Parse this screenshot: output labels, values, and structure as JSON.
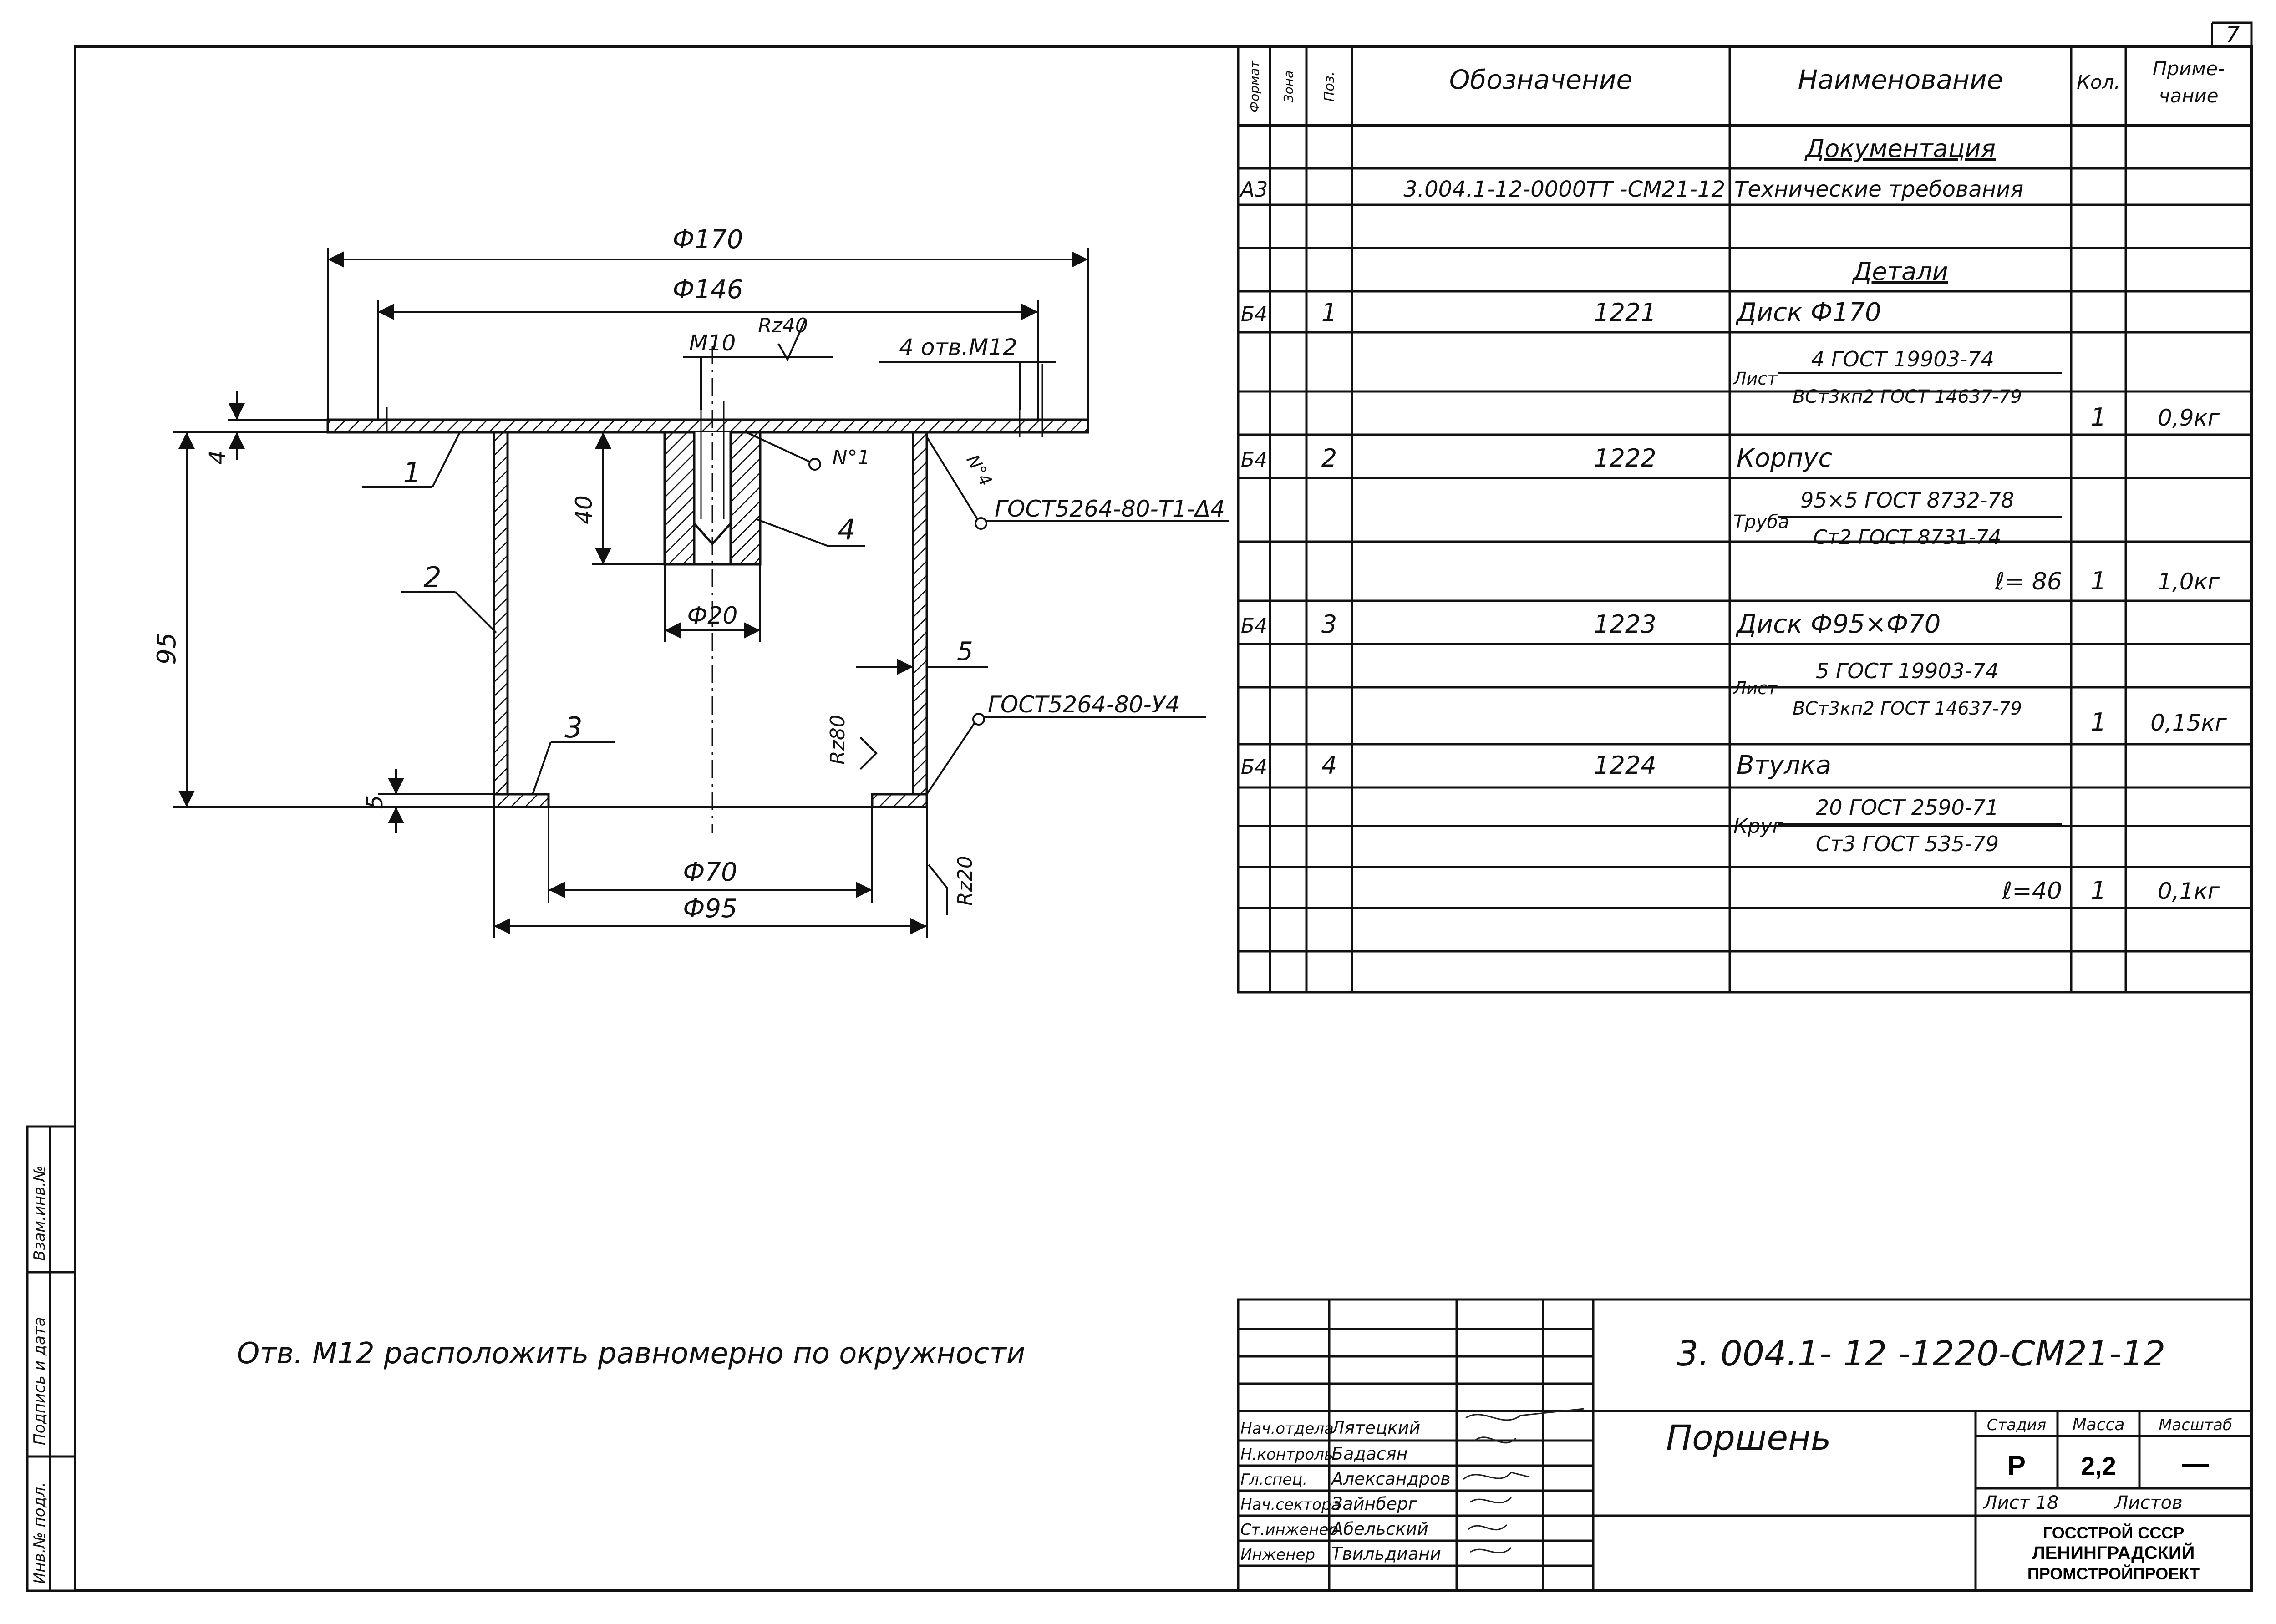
{
  "sheet_number": "7",
  "note": "Отв. М12 расположить равномерно по окружности",
  "drawing": {
    "dims": {
      "d170": "Ф170",
      "d146": "Ф146",
      "m10": "М10",
      "rz40": "Rz40",
      "holes": "4 отв.М12",
      "h4": "4",
      "h40": "40",
      "h95": "95",
      "h5": "5",
      "d20": "Ф20",
      "d70": "Ф70",
      "d95": "Ф95",
      "rz80": "Rz80",
      "rz20": "Rz20"
    },
    "positions": [
      "1",
      "2",
      "3",
      "4",
      "5"
    ],
    "welds": {
      "w1": "N°1",
      "w2": "N°4",
      "top": "ГОСТ5264-80-Т1-Δ4",
      "bottom": "ГОСТ5264-80-У4"
    }
  },
  "spec_table": {
    "headers": {
      "format": "Формат",
      "zone": "Зона",
      "pos": "Поз.",
      "designation": "Обозначение",
      "name": "Наименование",
      "qty": "Кол.",
      "note_a": "Приме-",
      "note_b": "чание"
    },
    "section_docs": "Документация",
    "doc_row": {
      "format": "А3",
      "designation": "3.004.1-12-0000ТТ -СМ21-12",
      "name": "Технические требования"
    },
    "section_parts": "Детали",
    "parts": [
      {
        "format": "Б4",
        "pos": "1",
        "designation": "1221",
        "name": "Диск   Ф170",
        "mat_type": "Лист",
        "mat_top": "4   ГОСТ 19903-74",
        "mat_bottom": "ВСт3кп2 ГОСТ 14637-79",
        "length": "",
        "qty": "1",
        "mass": "0,9кг"
      },
      {
        "format": "Б4",
        "pos": "2",
        "designation": "1222",
        "name": "Корпус",
        "mat_type": "Труба",
        "mat_top": "95×5 ГОСТ 8732-78",
        "mat_bottom": "Ст2 ГОСТ 8731-74",
        "length": "ℓ= 86",
        "qty": "1",
        "mass": "1,0кг"
      },
      {
        "format": "Б4",
        "pos": "3",
        "designation": "1223",
        "name": "Диск    Ф95×Ф70",
        "mat_type": "Лист",
        "mat_top": "5  ГОСТ 19903-74",
        "mat_bottom": "ВСт3кп2 ГОСТ 14637-79",
        "length": "",
        "qty": "1",
        "mass": "0,15кг"
      },
      {
        "format": "Б4",
        "pos": "4",
        "designation": "1224",
        "name": "Втулка",
        "mat_type": "Круг",
        "mat_top": "20 ГОСТ 2590-71",
        "mat_bottom": "Ст3 ГОСТ 535-79",
        "length": "ℓ=40",
        "qty": "1",
        "mass": "0,1кг"
      }
    ]
  },
  "title_block": {
    "code": "3. 004.1- 12   -1220-СМ21-12",
    "part_name": "Поршень",
    "stage_label": "Стадия",
    "mass_label": "Масса",
    "scale_label": "Масштаб",
    "stage": "Р",
    "mass": "2,2",
    "scale": "—",
    "sheet_label": "Лист 18",
    "sheets_label": "Листов",
    "org_line1": "ГОССТРОЙ СССР",
    "org_line2": "ЛЕНИНГРАДСКИЙ",
    "org_line3": "ПРОМСТРОЙПРОЕКТ",
    "signers": [
      {
        "role": "Нач.отдела",
        "name": "Лятецкий"
      },
      {
        "role": "Н.контроль",
        "name": "Бадасян"
      },
      {
        "role": "Гл.спец.",
        "name": "Александров"
      },
      {
        "role": "Нач.сектора",
        "name": "Зайнберг"
      },
      {
        "role": "Ст.инженер",
        "name": "Абельский"
      },
      {
        "role": "Инженер",
        "name": "Твильдиани"
      }
    ]
  },
  "side_stamp": {
    "inv": "Инв.№ подл.",
    "sign": "Подпись и дата",
    "replace": "Взам.инв.№"
  }
}
